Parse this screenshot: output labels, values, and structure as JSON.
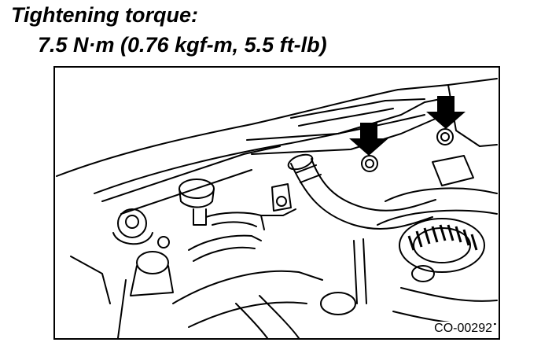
{
  "caption": {
    "label": "Tightening torque:",
    "value": "7.5 N·m (0.76 kgf-m, 5.5 ft-lb)"
  },
  "figure": {
    "code": "CO-00292",
    "line_color": "#000000",
    "background_color": "#ffffff",
    "icons": [
      "down-arrow-icon",
      "bolt-icon"
    ]
  }
}
